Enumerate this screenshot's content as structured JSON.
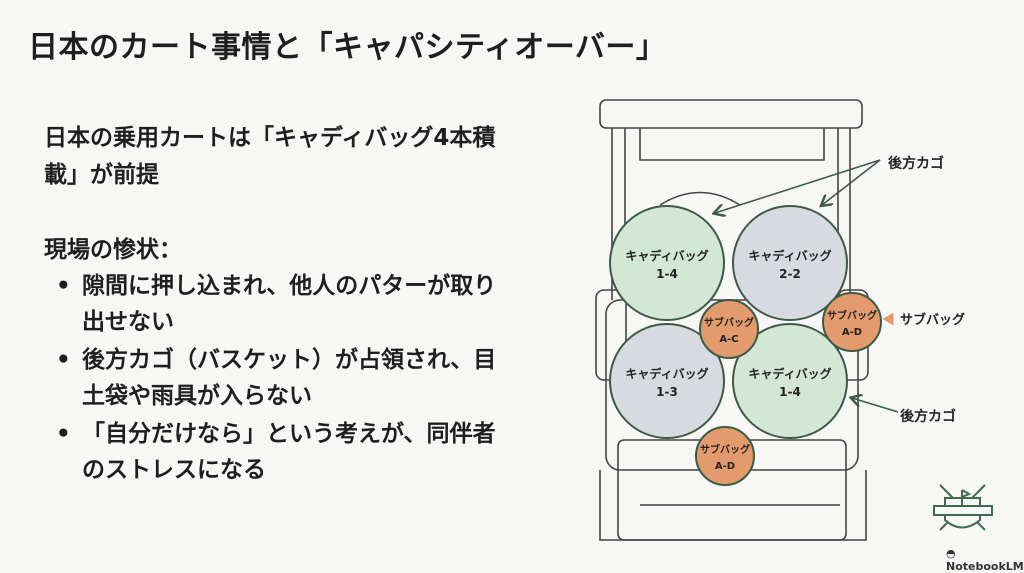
{
  "title": "日本のカート事情と「キャパシティオーバー」",
  "lead": "日本の乗用カートは「キャディバッグ4本積載」が前提",
  "subhead": "現場の惨状：",
  "bullets": [
    "隙間に押し込まれ、他人のパターが取り出せない",
    "後方カゴ（バスケット）が占領され、目土袋や雨具が入らない",
    "「自分だけなら」という考えが、同伴者のストレスになる"
  ],
  "diagram": {
    "callouts": {
      "rear_basket_top": "後方カゴ",
      "sub_bag": "サブバッグ",
      "rear_basket_bottom": "後方カゴ"
    },
    "bags": [
      {
        "line1": "キャディバッグ",
        "line2": "1-4",
        "color": "#d4e6d4"
      },
      {
        "line1": "キャディバッグ",
        "line2": "2-2",
        "color": "#d7dbdf"
      },
      {
        "line1": "キャディバッグ",
        "line2": "1-3",
        "color": "#d7dbdf"
      },
      {
        "line1": "キャディバッグ",
        "line2": "1-4",
        "color": "#d4e6d4"
      }
    ],
    "sub_bags": [
      {
        "line1": "サブバッグ",
        "line2": "A-C"
      },
      {
        "line1": "サブバッグ",
        "line2": "A-D"
      },
      {
        "line1": "サブバッグ",
        "line2": "A-D"
      }
    ],
    "sub_color": "#e39a6c"
  },
  "footer": {
    "brand": "NotebookLM"
  }
}
